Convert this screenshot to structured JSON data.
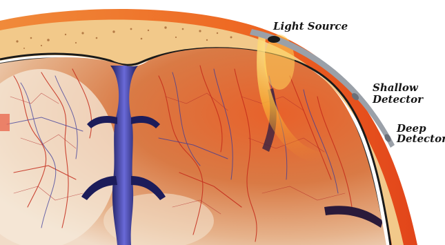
{
  "labels": {
    "light_source": "Light Source",
    "shallow_detector_line1": "Shallow",
    "shallow_detector_line2": "Detector",
    "deep_detector_line1": "Deep",
    "deep_detector_line2": "Detector"
  },
  "colors": {
    "scalp_outer": "#e8541c",
    "scalp_inner": "#f58a3a",
    "skull": "#f2c98a",
    "skull_speckle": "#9a5b2a",
    "cortex": "#d9793e",
    "vessel_red": "#c42a1a",
    "vessel_blue": "#3a3a9a",
    "sulcus": "#2a2a6a",
    "light_path": "#f5b030",
    "probe": "#9aa0a8"
  }
}
